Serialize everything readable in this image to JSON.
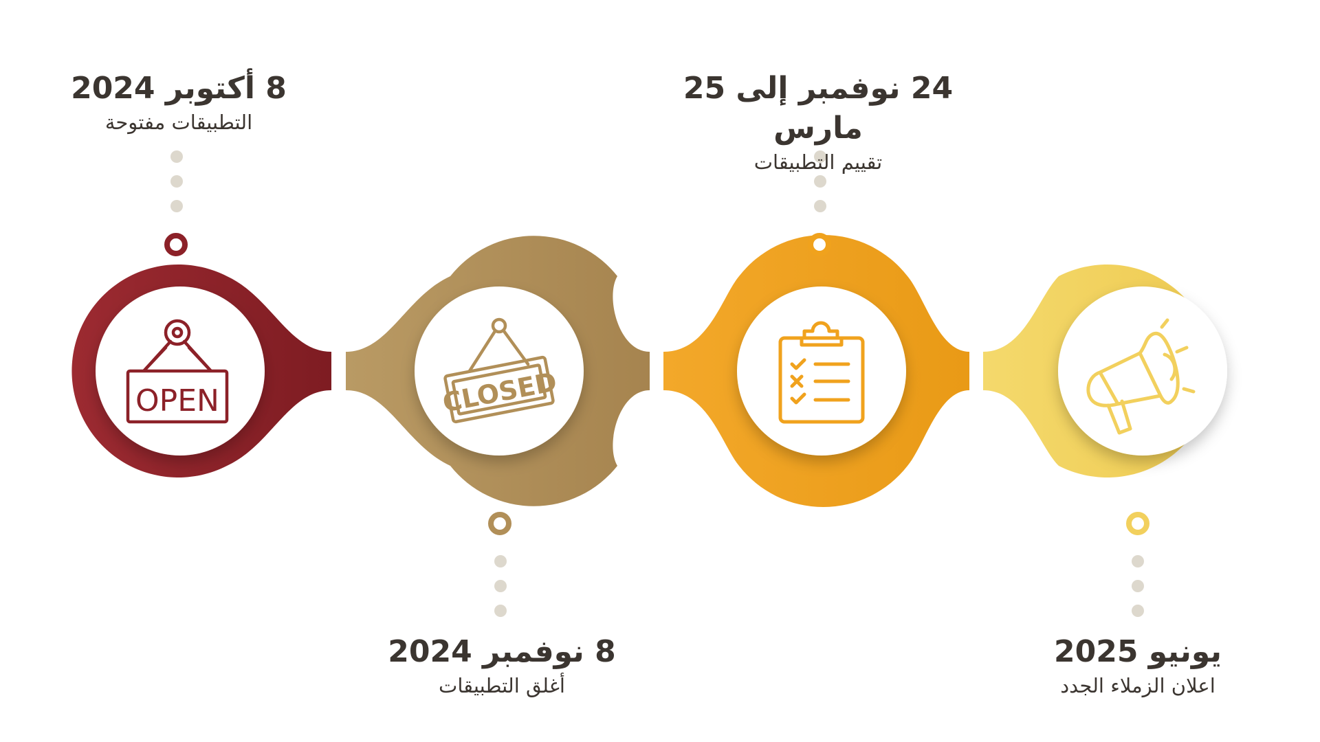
{
  "colors": {
    "step1": "#8c2128",
    "step2": "#b18f58",
    "step3": "#f0a21d",
    "step4": "#f2d05d",
    "dots": "#ddd8cd",
    "text": "#3b3530"
  },
  "steps": [
    {
      "date": "8 أكتوبر 2024",
      "desc": "التطبيقات مفتوحة",
      "icon": "open-sign-icon",
      "icon_text": "OPEN"
    },
    {
      "date": "8 نوفمبر 2024",
      "desc": "أغلق التطبيقات",
      "icon": "closed-sign-icon",
      "icon_text": "CLOSED"
    },
    {
      "date": "24 نوفمبر إلى 25 مارس",
      "desc": "تقييم التطبيقات",
      "icon": "clipboard-checklist-icon"
    },
    {
      "date": "يونيو 2025",
      "desc": "اعلان الزملاء الجدد",
      "icon": "megaphone-icon"
    }
  ]
}
